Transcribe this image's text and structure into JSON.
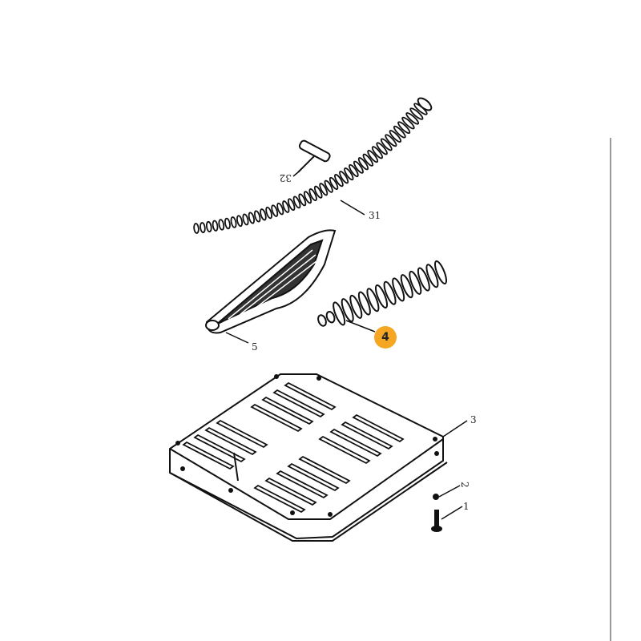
{
  "diagram": {
    "labels": {
      "p32": "32",
      "p31": "31",
      "p5": "5",
      "p4": "4",
      "p3": "3",
      "p2": "2",
      "p1": "1"
    },
    "highlight": {
      "part": "4",
      "color": "#f5a623"
    },
    "line_color": "#111111"
  }
}
